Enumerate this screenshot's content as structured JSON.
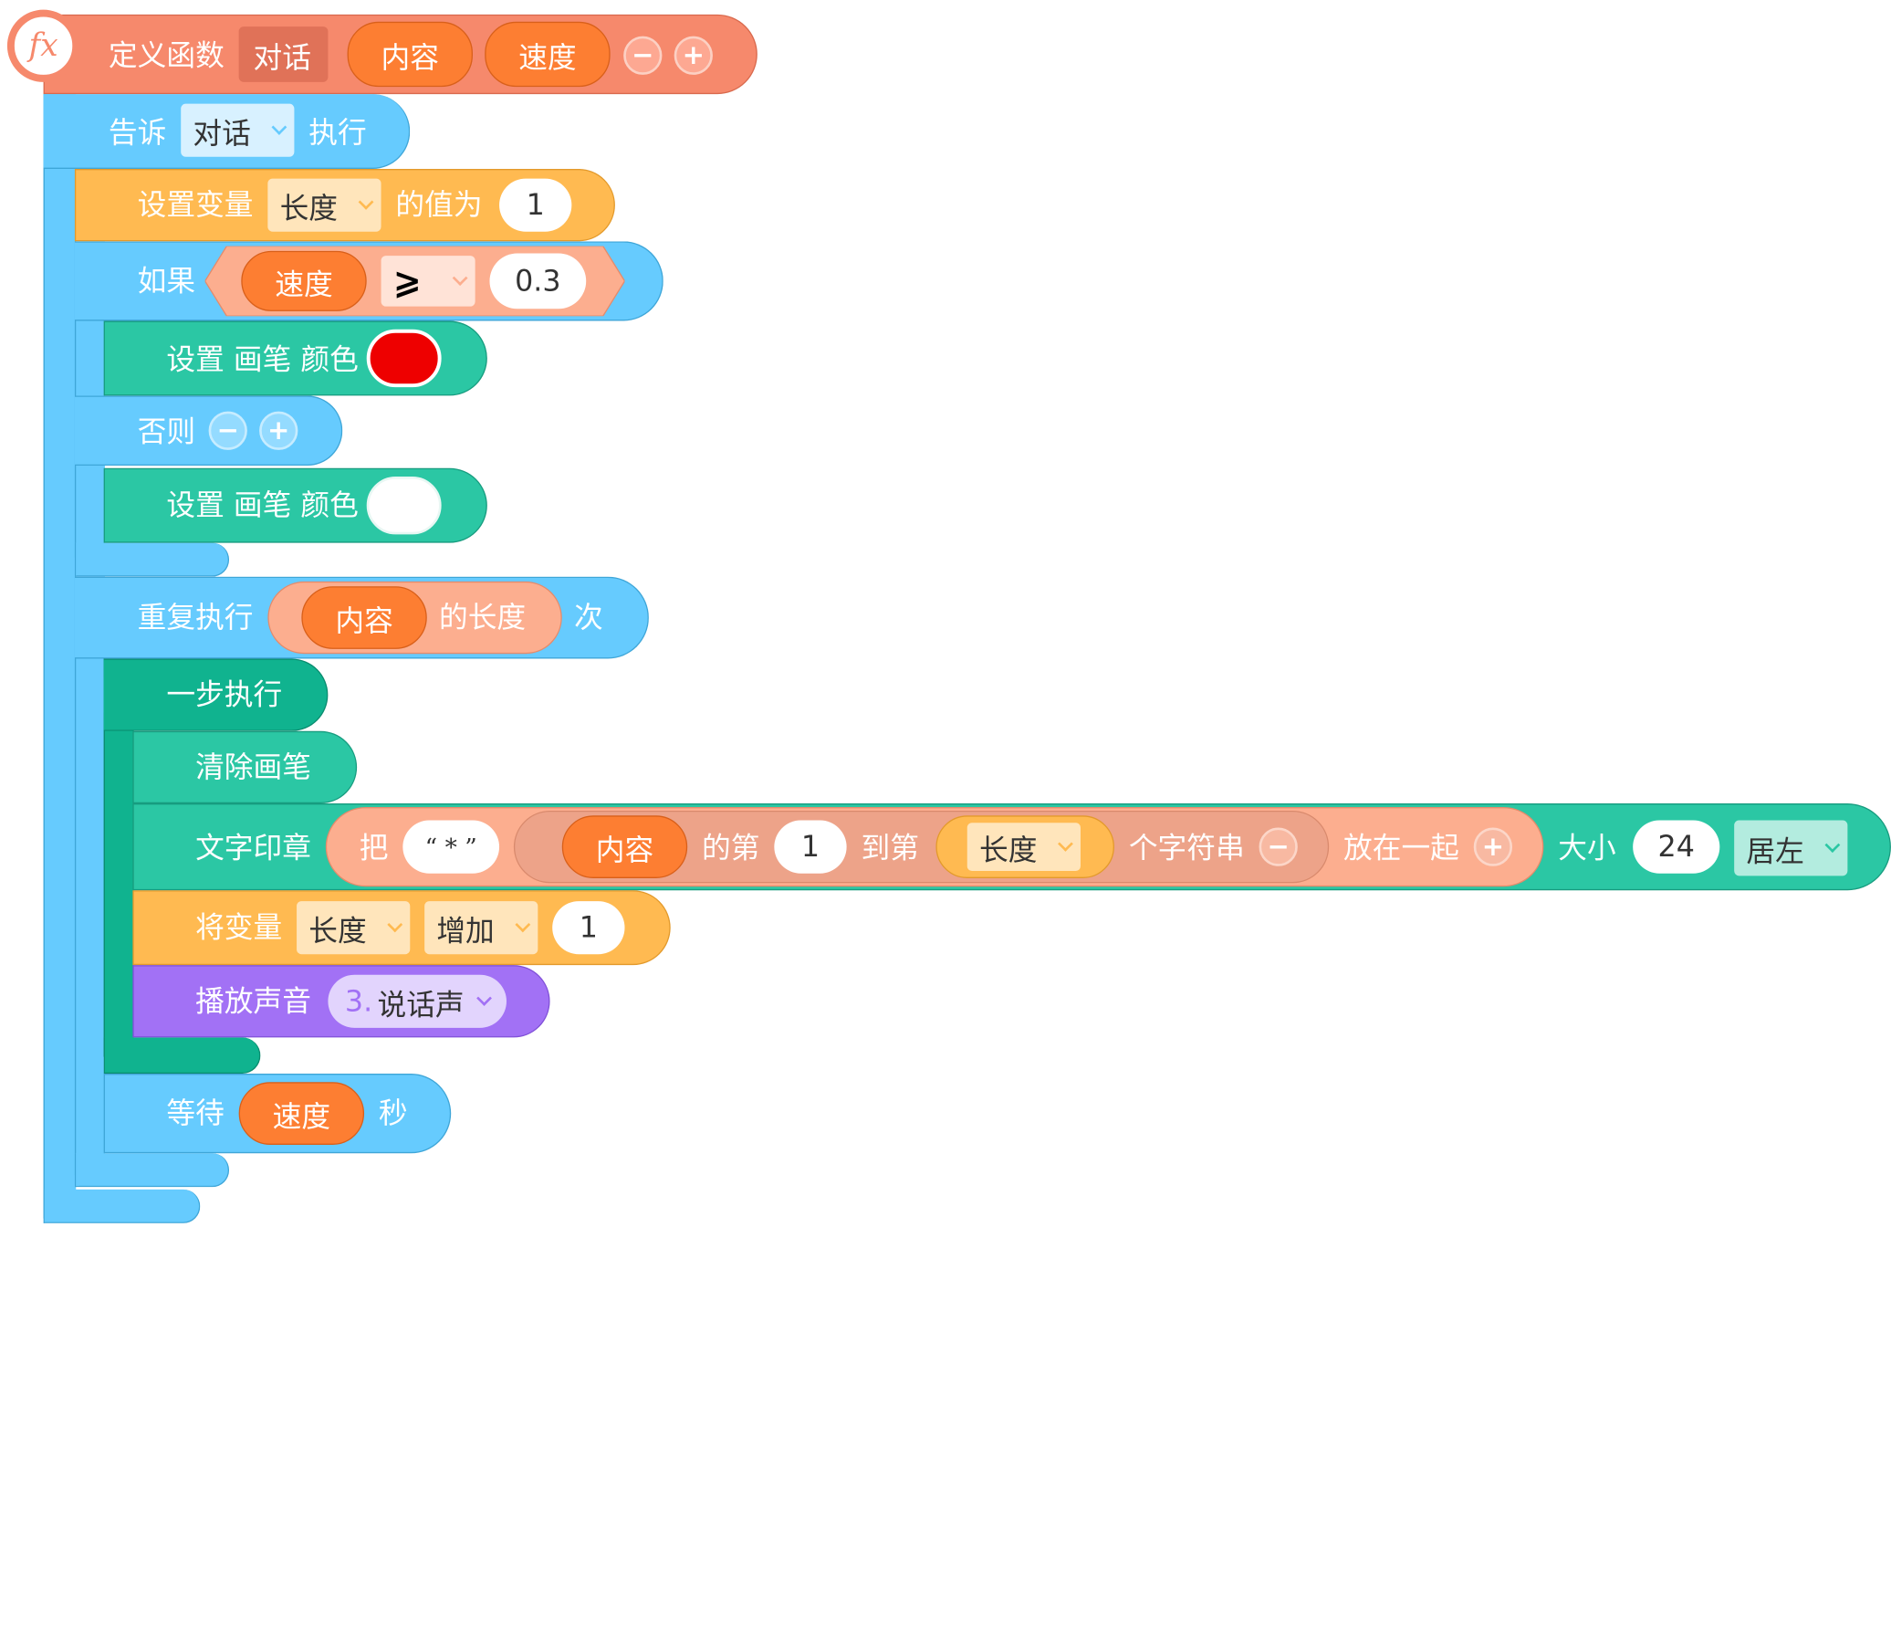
{
  "define": {
    "label": "定义函数",
    "name": "对话",
    "params": [
      "内容",
      "速度"
    ],
    "icon_text": "fx",
    "remove_btn": "−",
    "add_btn": "+"
  },
  "tell": {
    "label": "告诉",
    "target": "对话",
    "suffix": "执行"
  },
  "set_var": {
    "label": "设置变量",
    "var": "长度",
    "middle": "的值为",
    "value": "1"
  },
  "if_block": {
    "label": "如果",
    "left": "速度",
    "op": "⩾",
    "right": "0.3"
  },
  "pen_red": {
    "label": "设置 画笔 颜色",
    "color": "#ee0000"
  },
  "else_block": {
    "label": "否则",
    "remove_btn": "−",
    "add_btn": "+"
  },
  "pen_white": {
    "label": "设置 画笔 颜色",
    "color": "#ffffff"
  },
  "repeat": {
    "label": "重复执行",
    "item": "内容",
    "length_label": "的长度",
    "suffix": "次"
  },
  "step": {
    "label": "一步执行"
  },
  "clear": {
    "label": "清除画笔"
  },
  "stamp": {
    "label": "文字印章",
    "ba": "把",
    "quote": "“ * ”",
    "content": "内容",
    "di": "的第",
    "from": "1",
    "dao": "到第",
    "to_var": "长度",
    "substr": "个字符串",
    "minus": "−",
    "join": "放在一起",
    "plus": "+",
    "size_label": "大小",
    "size": "24",
    "align": "居左"
  },
  "change_var": {
    "label": "将变量",
    "var": "长度",
    "op": "增加",
    "value": "1"
  },
  "sound": {
    "label": "播放声音",
    "num": "3.",
    "name": "说话声"
  },
  "wait": {
    "label": "等待",
    "value": "速度",
    "suffix": "秒"
  },
  "colors": {
    "define": "#f6896c",
    "control": "#66cbfe",
    "variable": "#ffba51",
    "pen": "#2bc7a4",
    "step": "#10b38f",
    "sound": "#a271f5",
    "param": "#fd7e32",
    "operator": "#fcae8f"
  }
}
